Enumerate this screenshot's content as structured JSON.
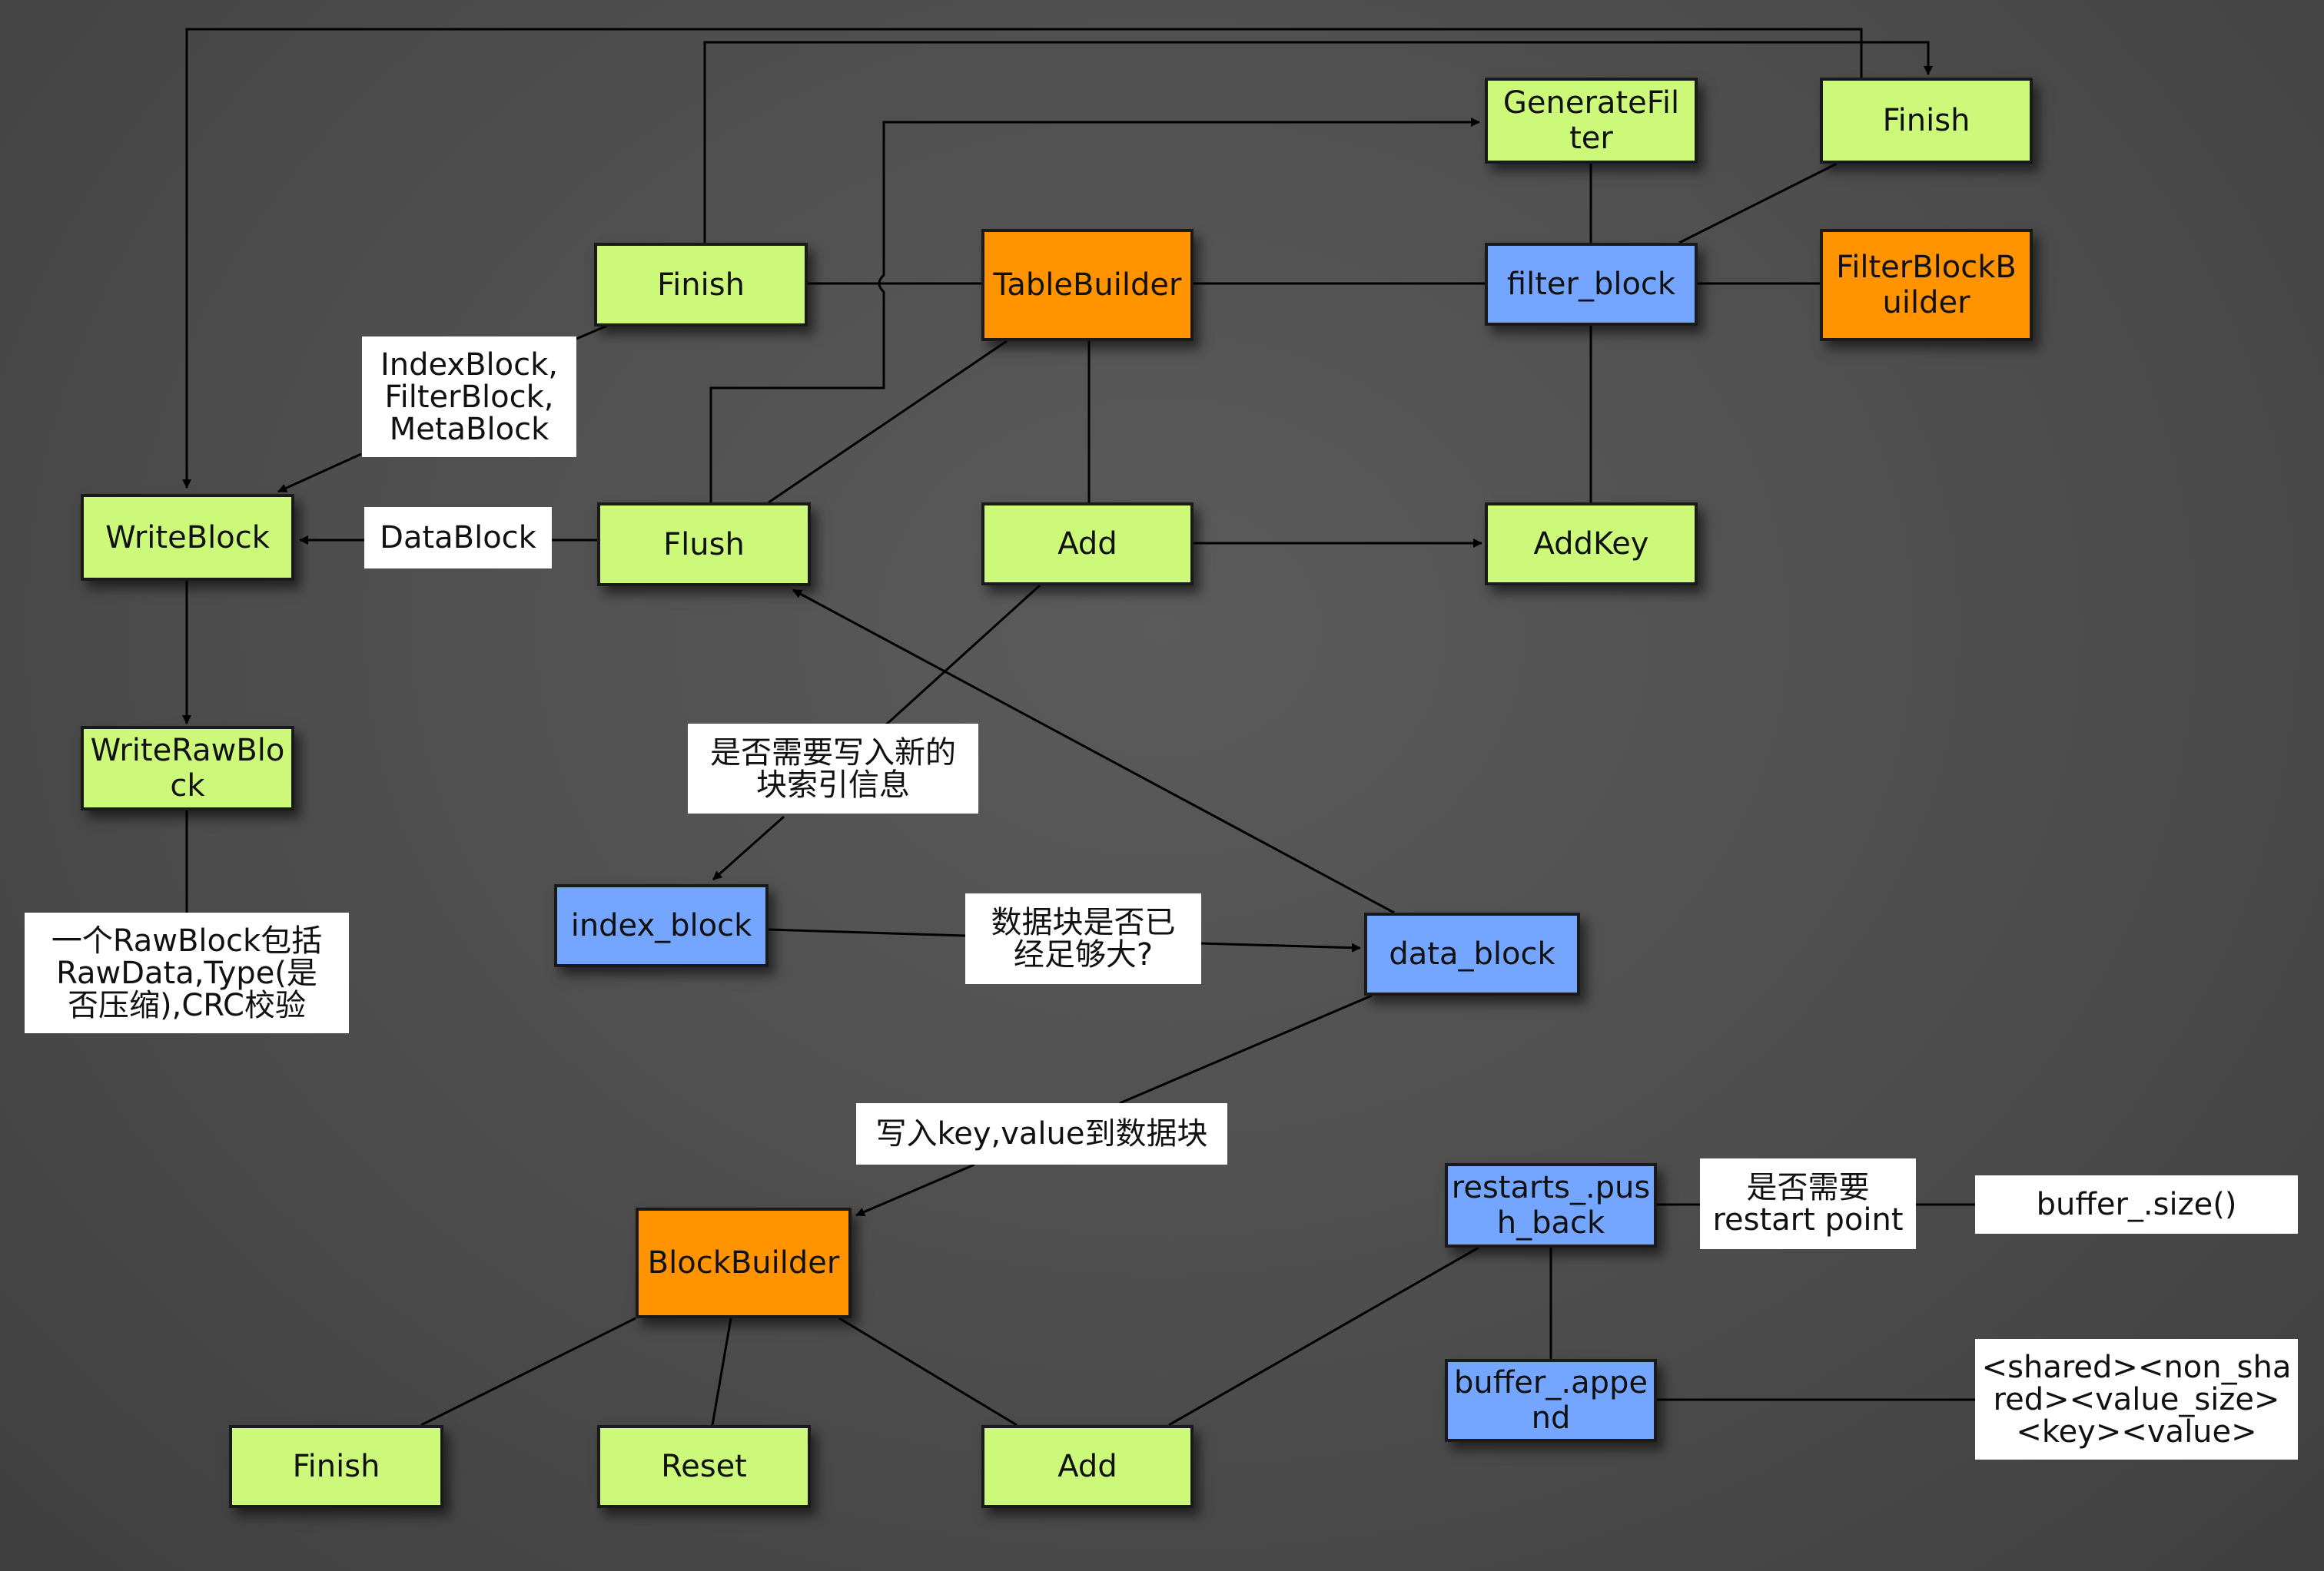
{
  "nodes": {
    "finish_top": "Finish",
    "generate_filter": "GenerateFil\nter",
    "finish_tl": "Finish",
    "table_builder": "TableBuilder",
    "filter_block": "filter_block",
    "filter_block_builder": "FilterBlockB\nuilder",
    "write_block": "WriteBlock",
    "flush": "Flush",
    "add_tb": "Add",
    "add_key": "AddKey",
    "write_raw_block": "WriteRawBlo\nck",
    "index_block": "index_block",
    "data_block": "data_block",
    "block_builder": "BlockBuilder",
    "restarts_push_back": "restarts_.pus\nh_back",
    "buffer_append": "buffer_.appe\nnd",
    "finish_bb": "Finish",
    "reset_bb": "Reset",
    "add_bb": "Add"
  },
  "labels": {
    "index_filter_meta": "IndexBlock,\nFilterBlock,\nMetaBlock",
    "data_block_label": "DataBlock",
    "need_index": "是否需要写入新的\n块索引信息",
    "block_big_enough": "数据块是否已\n经足够大?",
    "raw_block_desc": "一个RawBlock包括\nRawData,Type(是\n否压缩),CRC校验",
    "write_kv": "写入key,value到数据块",
    "need_restart": "是否需要\nrestart point",
    "buffer_size": "buffer_.size()",
    "entry_format": "<shared><non_sha\nred><value_size>\n<key><value>"
  },
  "colors": {
    "background": "#4d4d4d",
    "green": "#cdf97a",
    "orange": "#ff9400",
    "blue": "#74a5ff",
    "label_bg": "#ffffff",
    "line": "#000000"
  }
}
